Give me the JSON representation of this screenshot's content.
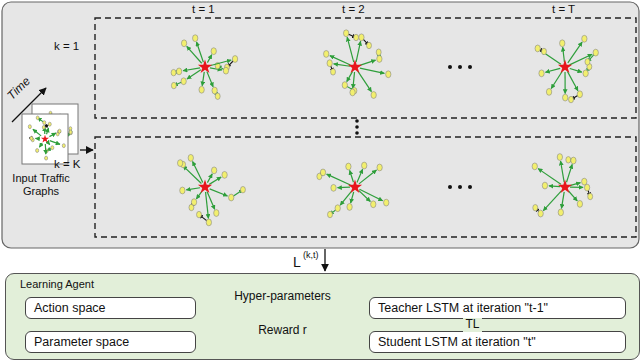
{
  "diagram": {
    "nodes": [
      {
        "text": [
          "Learning Agent"
        ]
      },
      {
        "text": [
          "Action space"
        ],
        "in": 0
      },
      {
        "text": [
          "Parameter space"
        ],
        "in": 0
      },
      {
        "text": [
          "Teacher LSTM at iteration \"t-1\""
        ],
        "in": 0
      },
      {
        "text": [
          "Student LSTM at iteration \"t\""
        ],
        "in": 0
      }
    ],
    "edges": [
      {
        "from": 1,
        "to": 3,
        "label": "Hyper-parameters",
        "arrow": "to"
      },
      {
        "from": 3,
        "to": 4,
        "label": "TL",
        "arrow": "to"
      },
      {
        "from": 4,
        "to": 2,
        "label": "Reward r",
        "arrow": "to"
      }
    ],
    "labels": [
      "Time",
      "Input Traffic Graphs",
      "t = 1",
      "t = 2",
      "t = T",
      "k = 1",
      "k = K",
      "L",
      "(k,t)"
    ]
  }
}
